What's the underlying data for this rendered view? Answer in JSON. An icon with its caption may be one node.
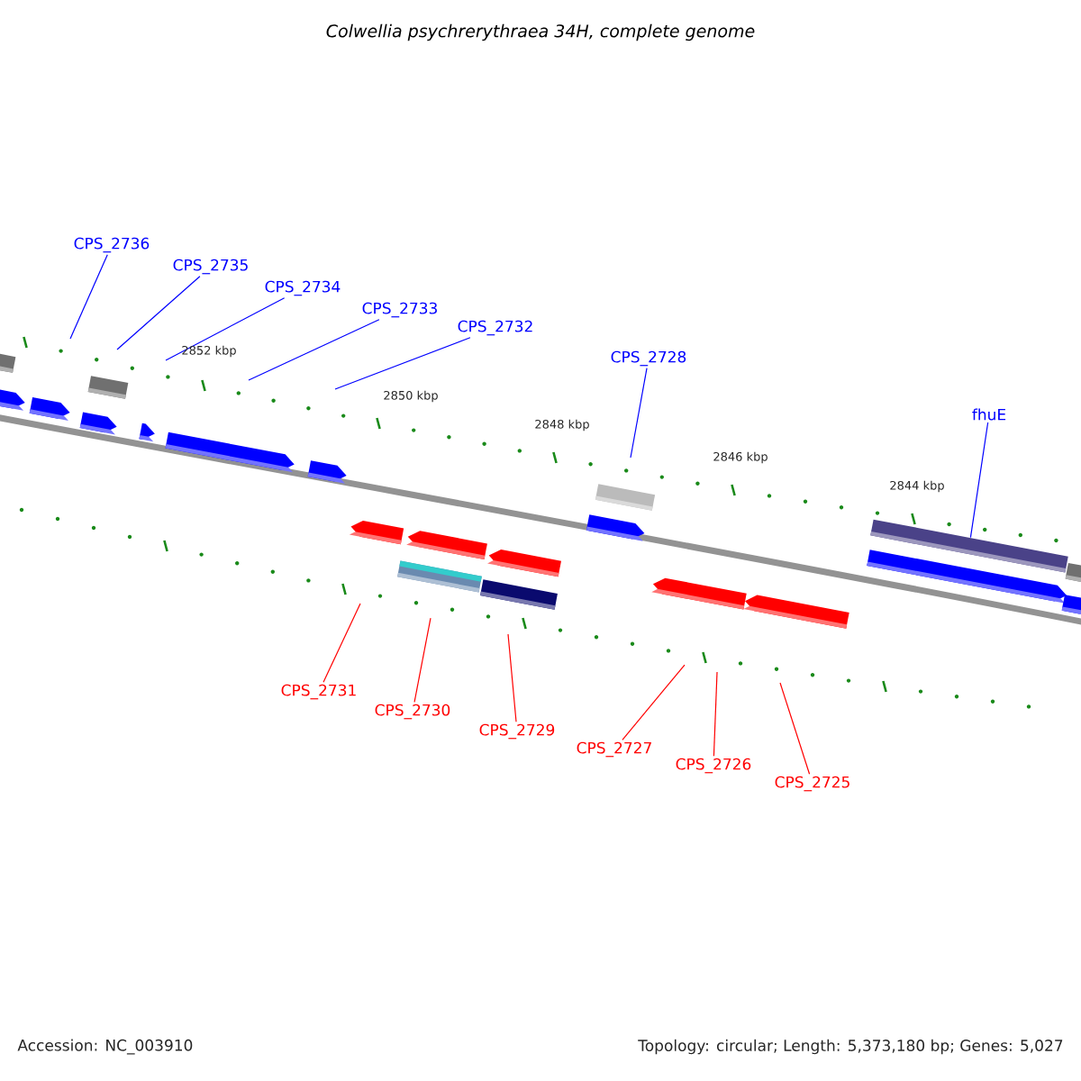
{
  "diagram": {
    "title": "Colwellia psychrerythraea 34H, complete genome",
    "nodes": [
      {
        "text": [
          "CPS_2736"
        ]
      },
      {
        "text": [
          "CPS_2735"
        ]
      },
      {
        "text": [
          "CPS_2734"
        ]
      },
      {
        "text": [
          "CPS_2733"
        ]
      },
      {
        "text": [
          "CPS_2732"
        ]
      },
      {
        "text": [
          "CPS_2728"
        ]
      },
      {
        "text": [
          "fhuE"
        ]
      },
      {
        "text": [
          "CPS_2731"
        ]
      },
      {
        "text": [
          "CPS_2730"
        ]
      },
      {
        "text": [
          "CPS_2729"
        ]
      },
      {
        "text": [
          "CPS_2727"
        ]
      },
      {
        "text": [
          "CPS_2726"
        ]
      },
      {
        "text": [
          "CPS_2725"
        ]
      },
      {
        "text": [],
        "shape": "box"
      }
    ],
    "edges": [
      {
        "from": 0,
        "to": null,
        "arrow": "none"
      },
      {
        "from": 1,
        "to": null,
        "arrow": "none"
      },
      {
        "from": 2,
        "to": null,
        "arrow": "none"
      },
      {
        "from": 3,
        "to": null,
        "arrow": "none"
      },
      {
        "from": 4,
        "to": null,
        "arrow": "none"
      },
      {
        "from": 5,
        "to": null,
        "arrow": "none"
      },
      {
        "from": 6,
        "to": 13,
        "arrow": "none"
      },
      {
        "from": 7,
        "to": null,
        "arrow": "none",
        "color": "#ff0000"
      },
      {
        "from": 8,
        "to": null,
        "arrow": "none",
        "color": "#ff0000"
      },
      {
        "from": 9,
        "to": null,
        "arrow": "none",
        "color": "#ff0000"
      },
      {
        "from": 10,
        "to": null,
        "arrow": "none",
        "color": "#ff0000"
      },
      {
        "from": 11,
        "to": null,
        "arrow": "none",
        "color": "#ff0000"
      },
      {
        "from": 12,
        "to": null,
        "arrow": "none",
        "color": "#ff0000"
      }
    ],
    "labels": [
      "2852 kbp",
      "2850 kbp",
      "2848 kbp",
      "2846 kbp",
      "2844 kbp",
      "Accession: NC_003910",
      "Topology: circular; Length: 5,373,180 bp; Genes: 5,027"
    ]
  }
}
